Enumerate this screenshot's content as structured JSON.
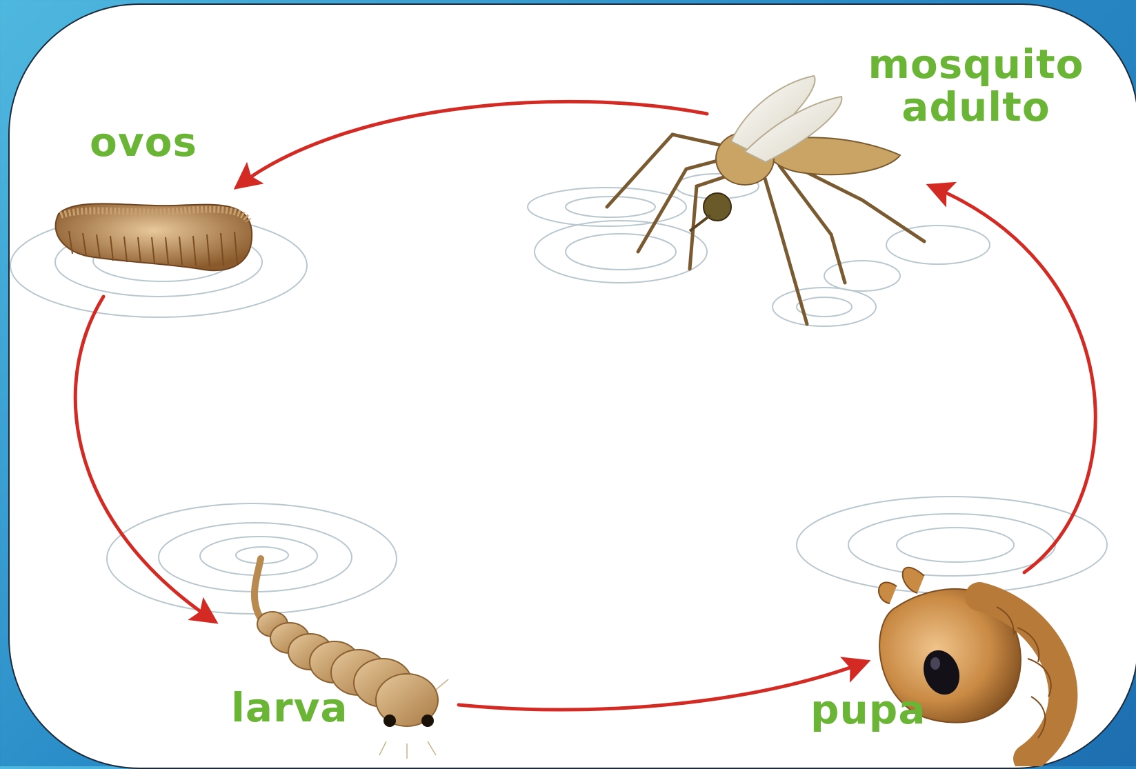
{
  "labels": {
    "eggs": "ovos",
    "adult_line1": "mosquito",
    "adult_line2": "adulto",
    "larva": "larva",
    "pupa": "pupa"
  },
  "colors": {
    "label": "#6ab536",
    "arrow": "#d42a24",
    "background": "#2a8cc7",
    "ripple": "#b9c7cf"
  },
  "stages": [
    "eggs",
    "larva",
    "pupa",
    "adult"
  ],
  "cycle_arrows": [
    {
      "from": "adult",
      "to": "eggs"
    },
    {
      "from": "eggs",
      "to": "larva"
    },
    {
      "from": "larva",
      "to": "pupa"
    },
    {
      "from": "pupa",
      "to": "adult"
    }
  ]
}
